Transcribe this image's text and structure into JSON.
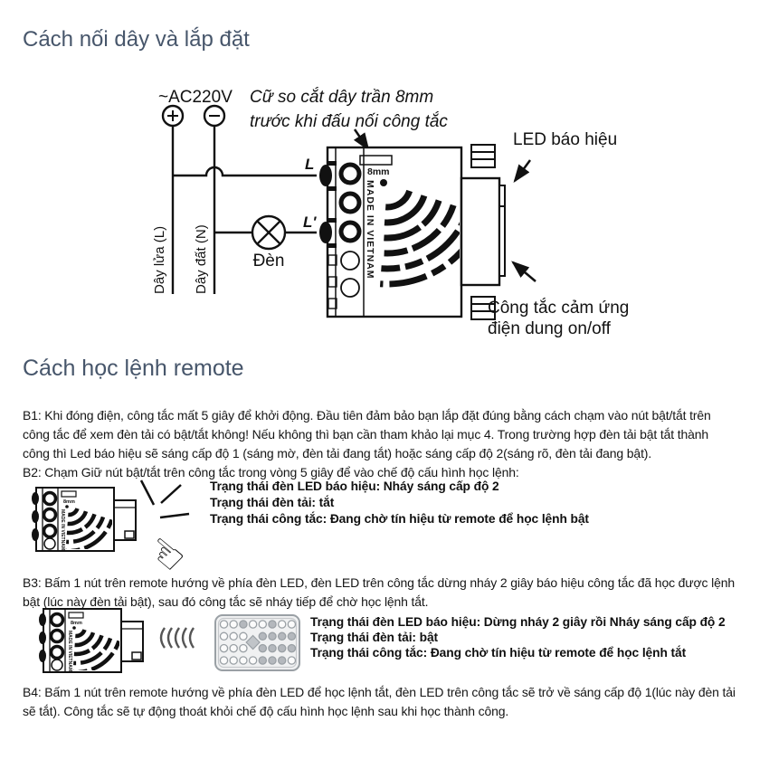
{
  "titles": {
    "wiring": "Cách nối dây và lắp đặt",
    "learning": "Cách học lệnh remote"
  },
  "diagram": {
    "power": "~AC220V",
    "cut_note1": "Cữ so cắt dây trần 8mm",
    "cut_note2": "trước khi đấu nối công tắc",
    "led": "LED báo hiệu",
    "sensor1": "Công tắc cảm ứng",
    "sensor2": "điện dung on/off",
    "live": "Dây lửa (L)",
    "neutral": "Dây đất (N)",
    "lamp": "Đèn",
    "term_l": "L",
    "term_l2": "L'",
    "gauge": "8mm",
    "made_in": "MADE IN VIETNAM"
  },
  "steps": {
    "b1": [
      "B1: Khi đóng điện, công tắc mất 5 giây để khởi động. Đầu tiên đảm bảo bạn lắp đặt đúng bằng cách chạm vào nút bật/tắt trên",
      "công tắc để xem đèn tải có bật/tắt không! Nếu không thì bạn cần tham khảo lại mục 4. Trong trường hợp đèn tải bật tắt thành",
      "công thì Led báo hiệu sẽ sáng cấp độ 1 (sáng mờ, đèn tải đang tắt) hoặc sáng cấp độ 2(sáng rõ, đèn tải đang bật)."
    ],
    "b2": "B2: Chạm Giữ nút bật/tắt trên công tắc trong vòng 5 giây để vào chế độ cấu hình học lệnh:",
    "b2_states": [
      "Trạng thái đèn LED báo hiệu: Nháy sáng cấp độ 2",
      "Trạng thái đèn tải: tắt",
      "Trạng thái công tắc: Đang chờ tín hiệu từ remote để học lệnh bật"
    ],
    "b3": [
      "B3: Bấm 1 nút trên remote hướng về phía đèn LED, đèn LED trên công tắc dừng nháy 2 giây báo hiệu công tắc đã học được lệnh",
      "bật (lúc này đèn tải bật), sau đó công tắc sẽ nháy tiếp để chờ học lệnh tắt."
    ],
    "b3_states": [
      "Trạng thái đèn LED báo hiệu: Dừng nháy 2 giây rồi Nháy sáng cấp độ 2",
      "Trạng thái đèn tải: bật",
      "Trạng thái công tắc: Đang chờ tín hiệu từ remote để học lệnh tắt"
    ],
    "b4": [
      "B4: Bấm 1 nút trên remote hướng về phía đèn LED để học lệnh tắt, đèn LED trên công tắc sẽ trở về sáng cấp độ 1(lúc này đèn tải",
      "sẽ tắt). Công tắc sẽ tự động thoát khỏi chế độ cấu hình học lệnh sau khi học thành công."
    ]
  },
  "colors": {
    "heading": "#47566b",
    "body_text": "#161616",
    "line_art": "#111111",
    "remote_gray": "#9aa0a5"
  }
}
